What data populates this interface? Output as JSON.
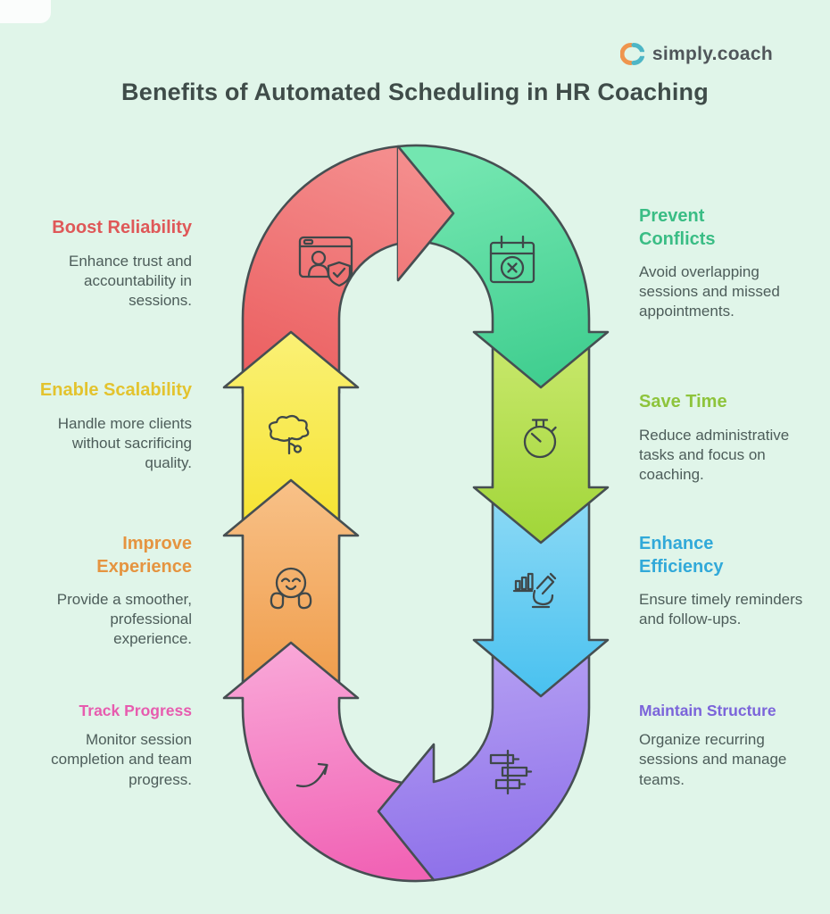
{
  "background": "#e0f5e9",
  "logo": {
    "text": "simply.coach",
    "icon": "split-circle-logo",
    "orange": "#ef954e",
    "teal": "#4db6c6"
  },
  "title": "Benefits of Automated Scheduling in HR Coaching",
  "title_color": "#3f4c49",
  "body_text_color": "#4d5d5a",
  "outline_color": "#464f52",
  "benefits": {
    "left": [
      {
        "heading": "Boost Reliability",
        "description": "Enhance trust and accountability in sessions.",
        "color": "#df5858",
        "icon": "user-verification",
        "arrow": {
          "from": "#f48d8d",
          "to": "#eb5f60"
        }
      },
      {
        "heading": "Enable Scalability",
        "description": "Handle more clients without sacrificing quality.",
        "color": "#e3c32e",
        "icon": "growth-tree",
        "arrow": {
          "from": "#faf176",
          "to": "#f6e22c"
        }
      },
      {
        "heading": "Improve Experience",
        "description": "Provide a smoother, professional experience.",
        "color": "#e59440",
        "icon": "delighted-face",
        "arrow": {
          "from": "#f8c188",
          "to": "#ef9a46"
        }
      },
      {
        "heading": "Track Progress",
        "description": "Monitor session completion and team progress.",
        "color": "#e75caf",
        "icon": "progress-arrow",
        "arrow": {
          "from": "#f9a6d7",
          "to": "#f163b5"
        }
      }
    ],
    "right": [
      {
        "heading": "Prevent Conflicts",
        "description": "Avoid overlapping sessions and missed appointments.",
        "color": "#3abd85",
        "icon": "calendar-cancel",
        "arrow": {
          "from": "#73e6b0",
          "to": "#3ecd8e"
        }
      },
      {
        "heading": "Save Time",
        "description": "Reduce administrative tasks and focus on coaching.",
        "color": "#8ec43c",
        "icon": "stopwatch",
        "arrow": {
          "from": "#cbe96f",
          "to": "#a1d639"
        }
      },
      {
        "heading": "Enhance Efficiency",
        "description": "Ensure timely reminders and follow-ups.",
        "color": "#31a9d9",
        "icon": "microscope-analysis",
        "arrow": {
          "from": "#91dbf5",
          "to": "#48c1f0"
        }
      },
      {
        "heading": "Maintain Structure",
        "description": "Organize recurring sessions and manage teams.",
        "color": "#7b64da",
        "icon": "gantt-chart",
        "arrow": {
          "from": "#b6a1f3",
          "to": "#8c6ee9"
        }
      }
    ]
  }
}
